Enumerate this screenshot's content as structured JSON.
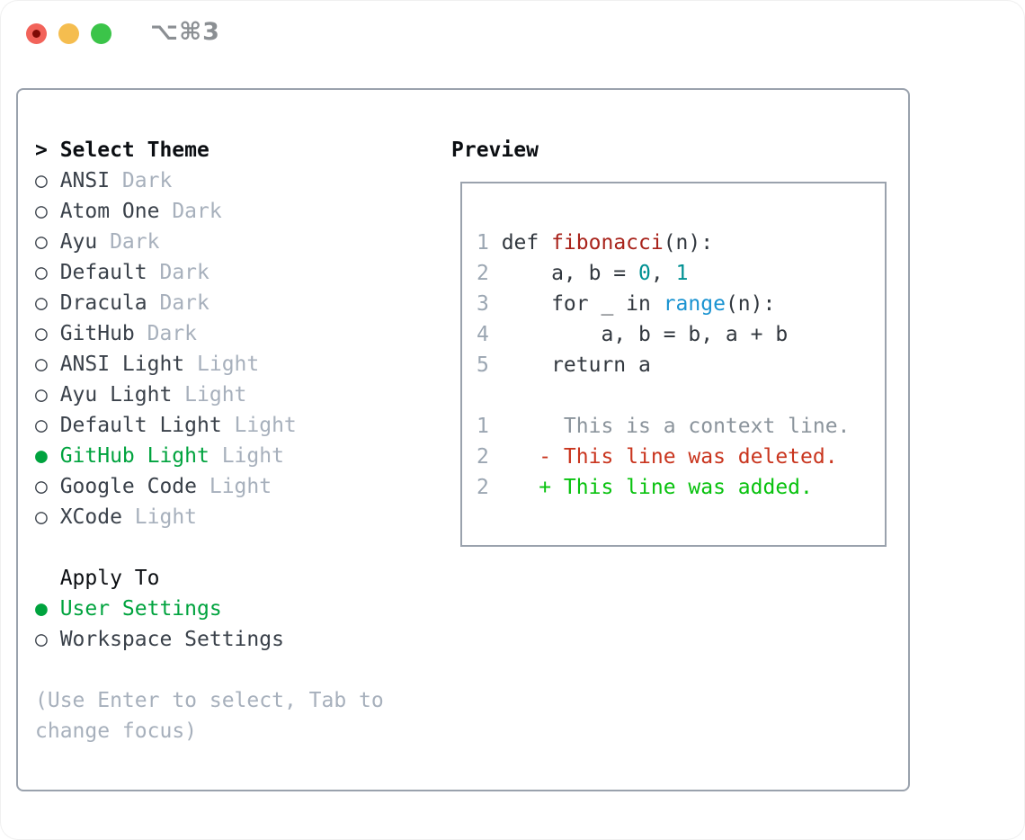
{
  "window": {
    "title": "⌥⌘3"
  },
  "titlebar": {
    "buttons": [
      "close",
      "minimize",
      "zoom"
    ]
  },
  "theme_list": {
    "header": {
      "marker": ">",
      "label": "Select Theme"
    },
    "items": [
      {
        "name": "ANSI",
        "tag": "Dark",
        "selected": false
      },
      {
        "name": "Atom One",
        "tag": "Dark",
        "selected": false
      },
      {
        "name": "Ayu",
        "tag": "Dark",
        "selected": false
      },
      {
        "name": "Default",
        "tag": "Dark",
        "selected": false
      },
      {
        "name": "Dracula",
        "tag": "Dark",
        "selected": false
      },
      {
        "name": "GitHub",
        "tag": "Dark",
        "selected": false
      },
      {
        "name": "ANSI Light",
        "tag": "Light",
        "selected": false
      },
      {
        "name": "Ayu Light",
        "tag": "Light",
        "selected": false
      },
      {
        "name": "Default Light",
        "tag": "Light",
        "selected": false
      },
      {
        "name": "GitHub Light",
        "tag": "Light",
        "selected": true
      },
      {
        "name": "Google Code",
        "tag": "Light",
        "selected": false
      },
      {
        "name": "XCode",
        "tag": "Light",
        "selected": false
      }
    ],
    "marker_unselected": "○",
    "marker_selected": "●"
  },
  "apply_to": {
    "header": "Apply To",
    "items": [
      {
        "name": "User Settings",
        "selected": true
      },
      {
        "name": "Workspace Settings",
        "selected": false
      }
    ]
  },
  "hint": {
    "line1": "(Use Enter to select, Tab to",
    "line2": "change focus)"
  },
  "preview": {
    "title": "Preview",
    "code_lines": [
      {
        "num": "1",
        "tokens": [
          {
            "text": "def ",
            "cls": "plain"
          },
          {
            "text": "fibonacci",
            "cls": "func"
          },
          {
            "text": "(n):",
            "cls": "plain"
          }
        ]
      },
      {
        "num": "2",
        "tokens": [
          {
            "text": "    a, b = ",
            "cls": "plain"
          },
          {
            "text": "0",
            "cls": "number"
          },
          {
            "text": ", ",
            "cls": "plain"
          },
          {
            "text": "1",
            "cls": "number"
          }
        ]
      },
      {
        "num": "3",
        "tokens": [
          {
            "text": "    for _ in ",
            "cls": "plain"
          },
          {
            "text": "range",
            "cls": "builtin"
          },
          {
            "text": "(n):",
            "cls": "plain"
          }
        ]
      },
      {
        "num": "4",
        "tokens": [
          {
            "text": "        a, b = b, a + b",
            "cls": "plain"
          }
        ]
      },
      {
        "num": "5",
        "tokens": [
          {
            "text": "    return a",
            "cls": "plain"
          }
        ]
      },
      {
        "num": "",
        "tokens": []
      },
      {
        "num": "1",
        "tokens": [
          {
            "text": "     This is a context line.",
            "cls": "ctx"
          }
        ]
      },
      {
        "num": "2",
        "tokens": [
          {
            "text": "   - This line was deleted.",
            "cls": "del"
          }
        ]
      },
      {
        "num": "2",
        "tokens": [
          {
            "text": "   + This line was added.",
            "cls": "add"
          }
        ]
      }
    ]
  },
  "colors": {
    "panel_border": "#9aa2ad",
    "selection_green": "#00a33e",
    "diff_added_green": "#08c20e",
    "diff_deleted_red": "#c9351e",
    "context_gray": "#8b949c",
    "tag_gray": "#a7b0bc",
    "function_red": "#a8231b",
    "number_teal": "#009193",
    "builtin_blue": "#1a93d1",
    "traffic_red": "#f2635a",
    "traffic_yellow": "#f5bd4f",
    "traffic_green": "#3bc449"
  }
}
